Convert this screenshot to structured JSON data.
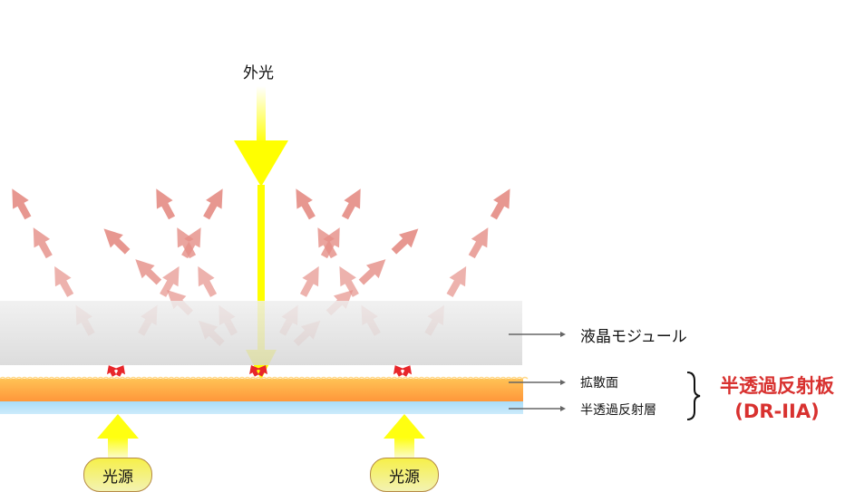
{
  "labels": {
    "external_light": "外光",
    "lcd_module": "液晶モジュール",
    "diffusion_surface": "拡散面",
    "transflective_layer": "半透過反射層",
    "product_name": "半透過反射板",
    "product_code": "(DR-IIA)",
    "light_sources": [
      "光源",
      "光源"
    ]
  },
  "colors": {
    "ray": "#e58f88",
    "ray_origin": "#e8262a",
    "external_light": "#ffff00",
    "diffusion": "#ffa640",
    "transflective": "#c4e8fb",
    "lcd_panel": "#dcdcdc",
    "product_text": "#d8312f"
  }
}
